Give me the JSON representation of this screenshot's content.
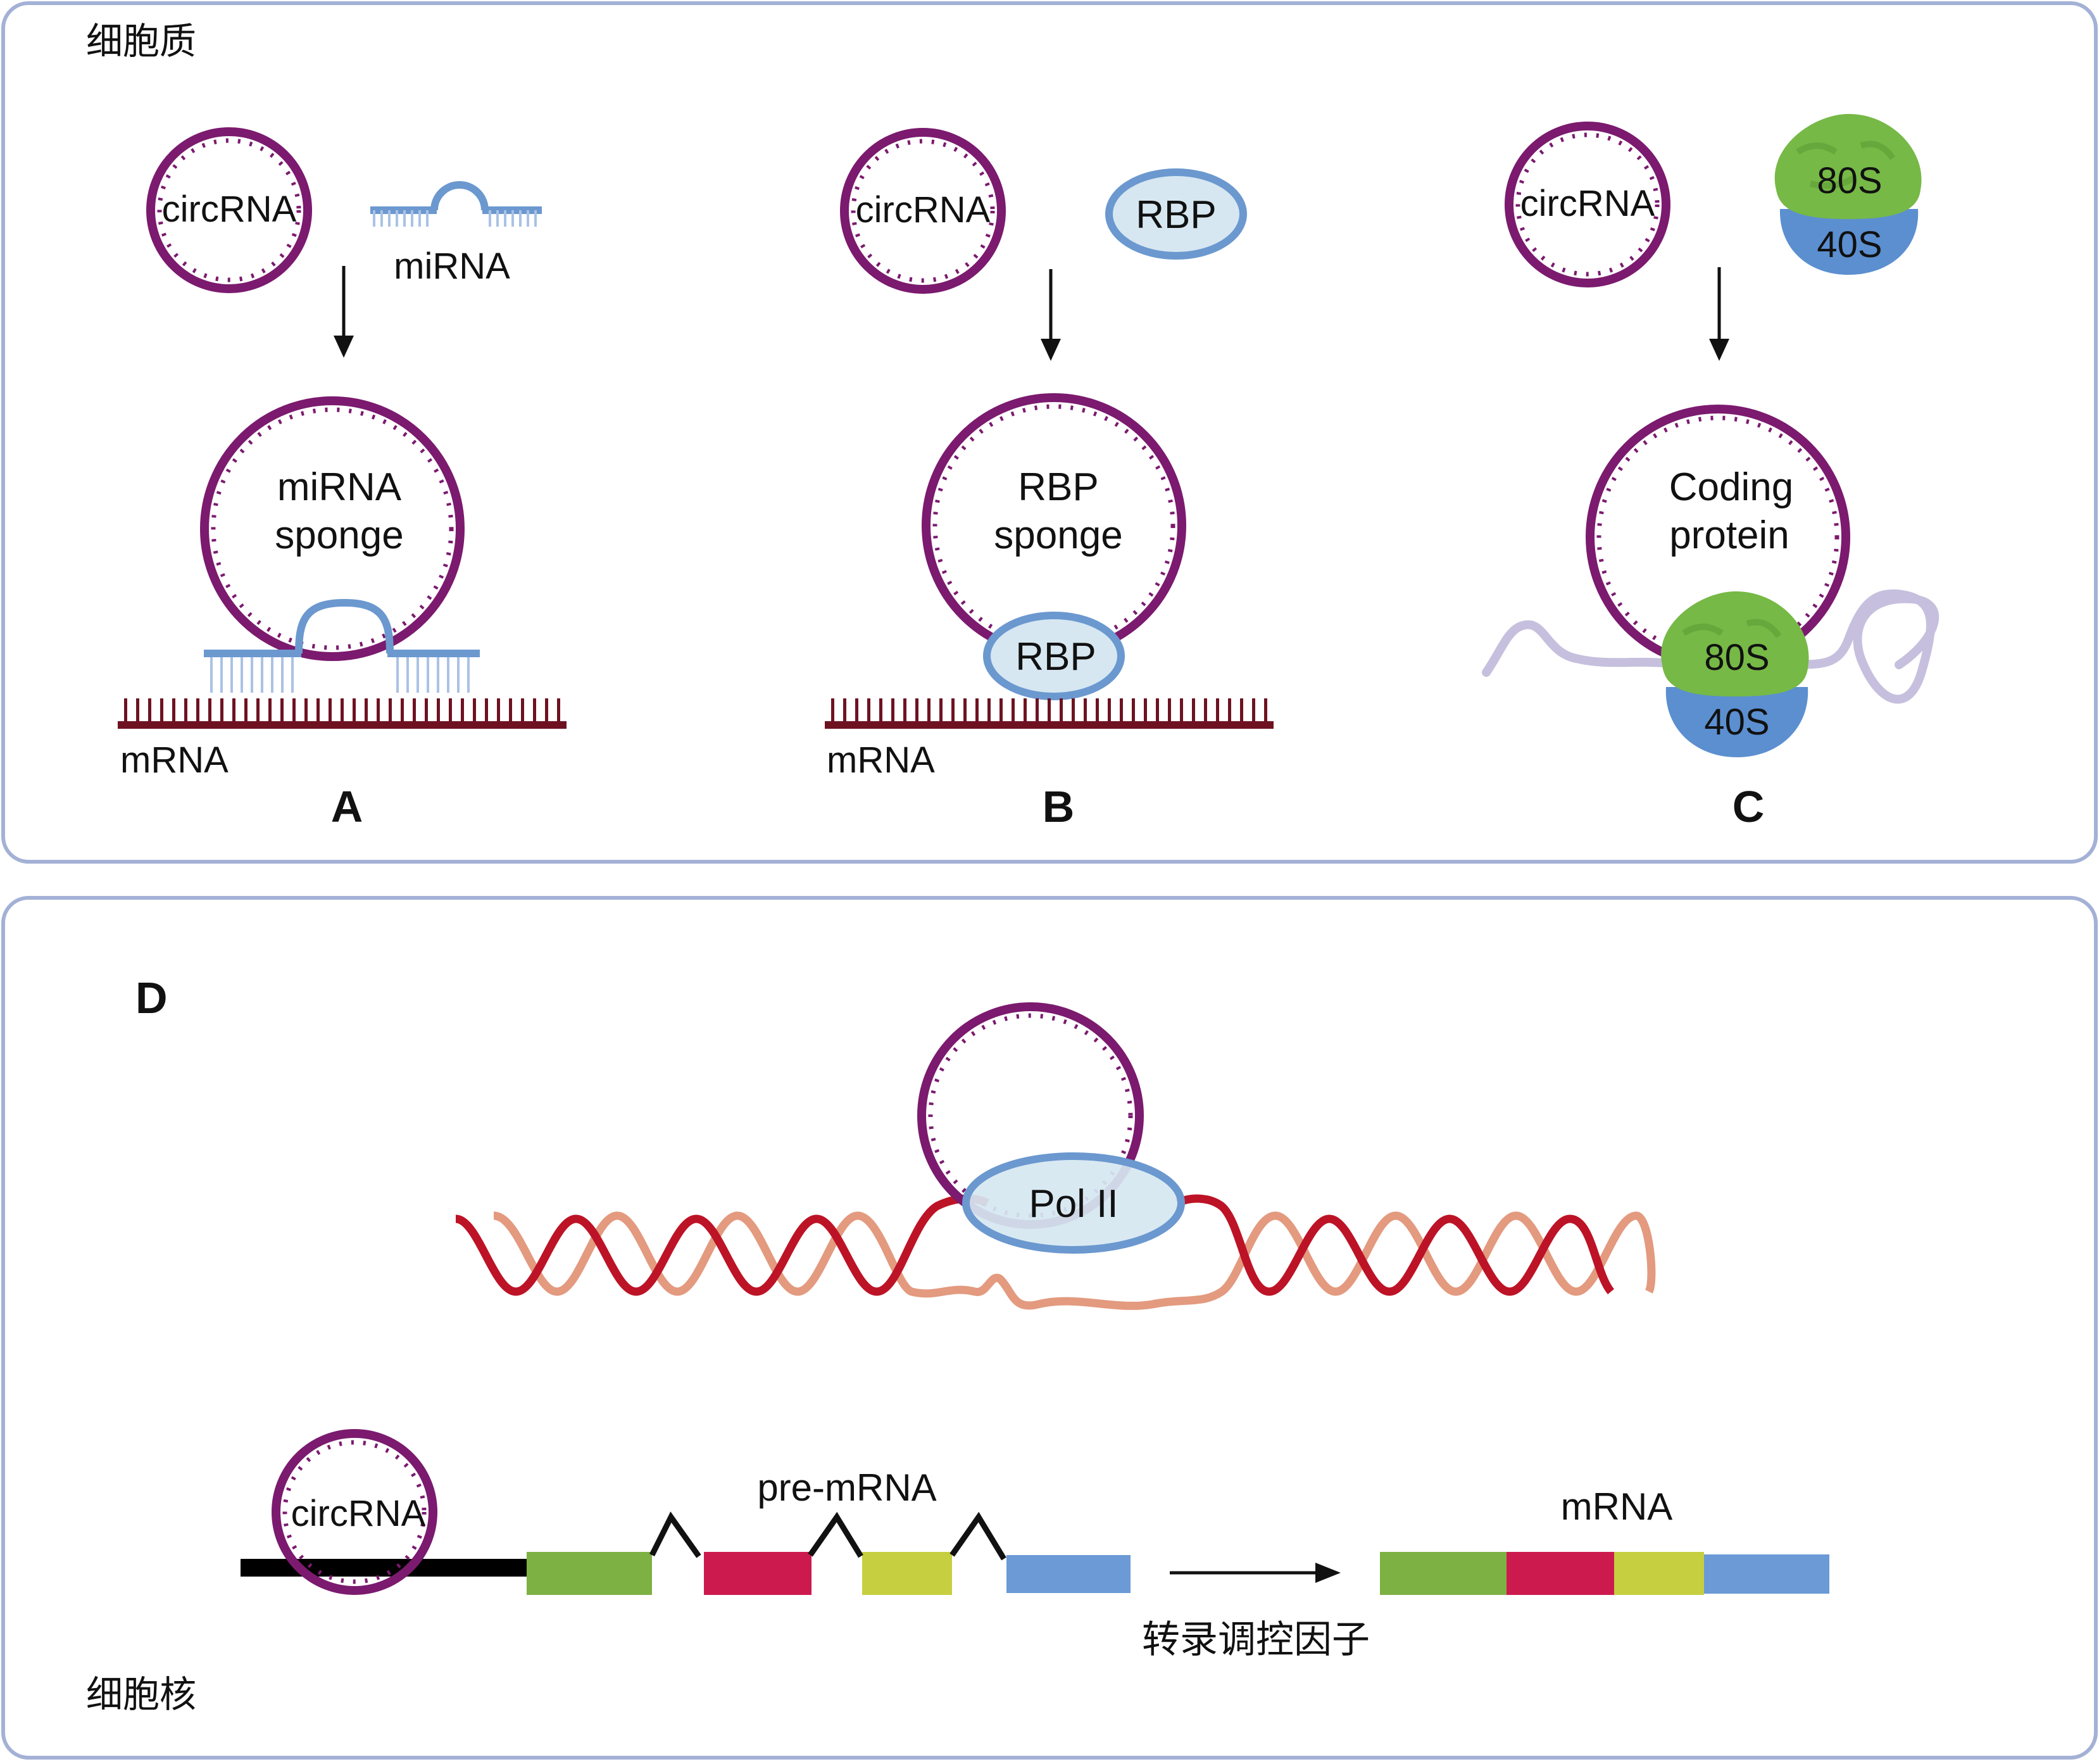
{
  "cytoplasm": {
    "region_label": "细胞质",
    "panel_a": {
      "letter": "A",
      "circ_label": "circRNA",
      "mirna_label": "miRNA",
      "sponge_line1": "miRNA",
      "sponge_line2": "sponge",
      "mrna_label": "mRNA"
    },
    "panel_b": {
      "letter": "B",
      "circ_label": "circRNA",
      "rbp_label": "RBP",
      "sponge_line1": "RBP",
      "sponge_line2": "sponge",
      "bound_rbp_label": "RBP",
      "mrna_label": "mRNA"
    },
    "panel_c": {
      "letter": "C",
      "circ_label": "circRNA",
      "large_subunit": "80S",
      "small_subunit": "40S",
      "coding_line1": "Coding",
      "coding_line2": "protein",
      "bound_large": "80S",
      "bound_small": "40S"
    }
  },
  "nucleus": {
    "region_label": "细胞核",
    "panel_d": {
      "letter": "D",
      "pol_label": "Pol II",
      "circ_label": "circRNA",
      "premrna_label": "pre-mRNA",
      "mrna_label": "mRNA",
      "factor_label": "转录调控因子"
    }
  },
  "colors": {
    "circ_ring": "#7b1a6e",
    "panel_border": "#a4b1d6",
    "mirna_blue": "#6b98cf",
    "rbp_fill": "#d6e7f1",
    "rbp_border": "#6b98cf",
    "mrna_strand": "#6e1222",
    "ribosome_green": "#76b946",
    "ribosome_blue": "#5b8fd0",
    "peptide": "#c6c0de",
    "dna_dark": "#bd1326",
    "dna_light": "#e39a7f",
    "exon_green": "#7db143",
    "exon_red": "#cc1a4f",
    "exon_yellow": "#c6cf3f",
    "exon_blue": "#6b9ad6"
  }
}
